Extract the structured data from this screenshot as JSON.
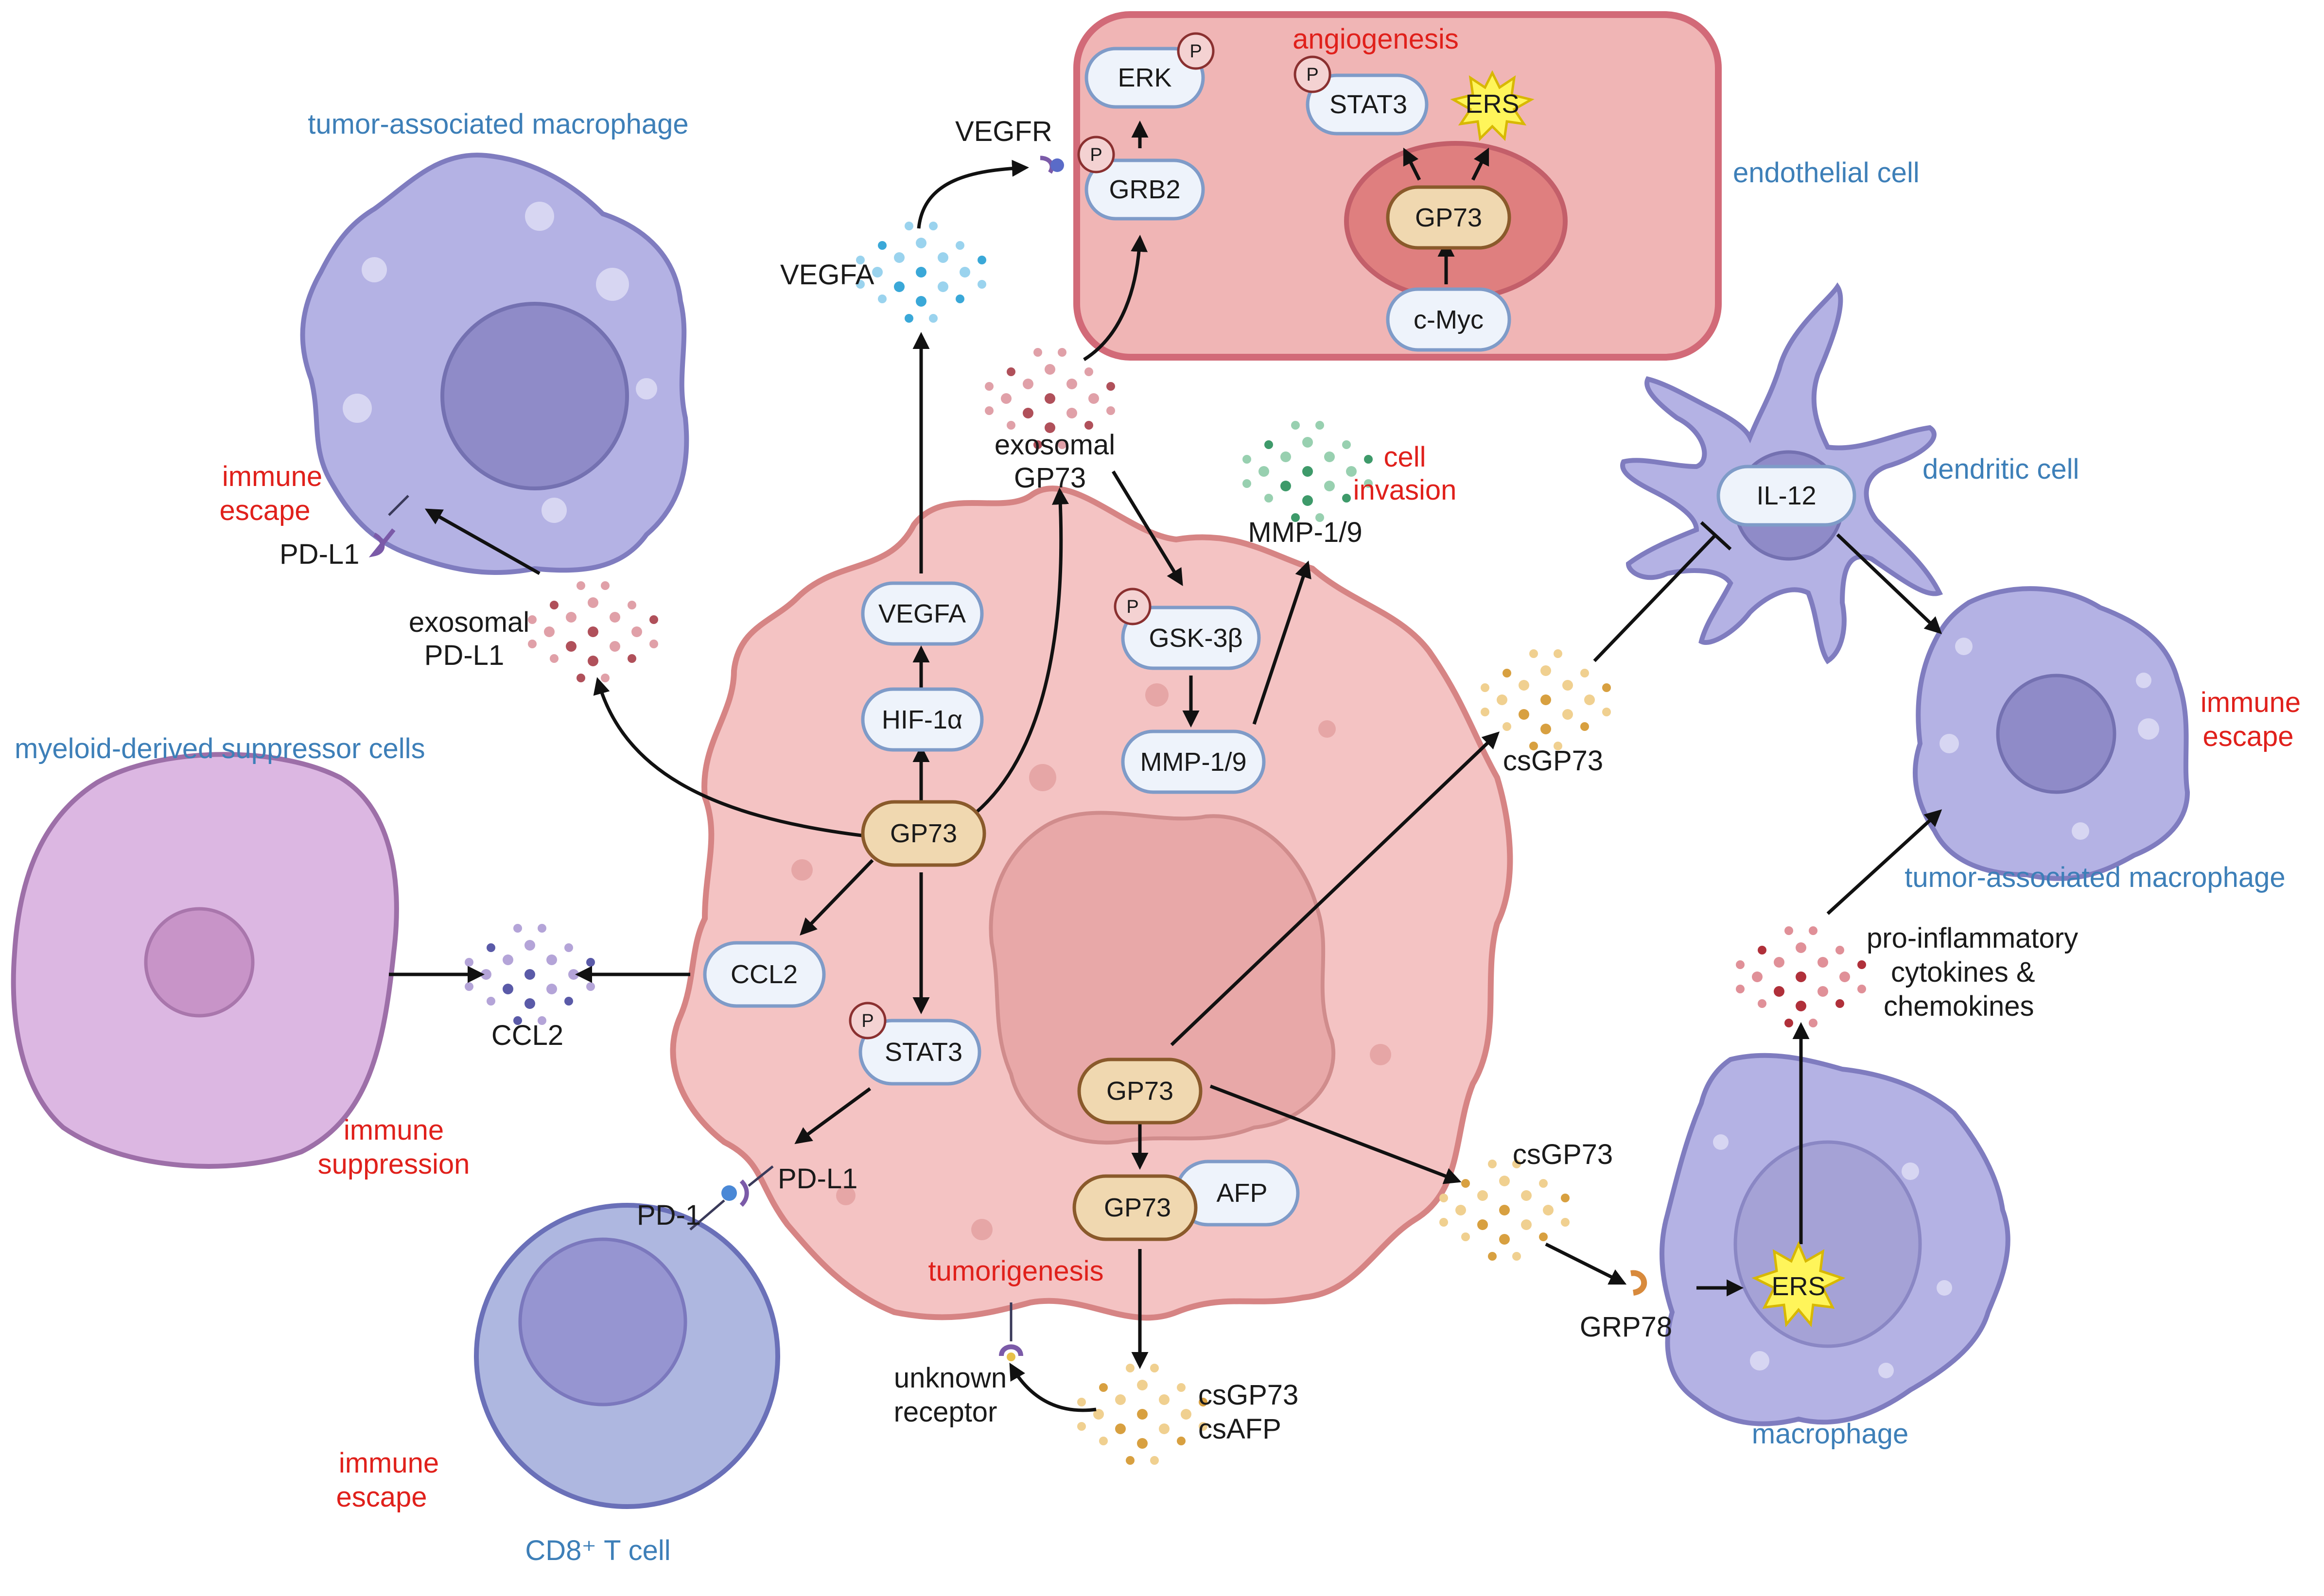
{
  "labels": {
    "tam_top": "tumor-associated macrophage",
    "endothelial": "endothelial cell",
    "angiogenesis": "angiogenesis",
    "vegfr": "VEGFR",
    "vegfa_out": "VEGFA",
    "exo_gp73_1": "exosomal",
    "exo_gp73_2": "GP73",
    "cell_invasion_1": "cell",
    "cell_invasion_2": "invasion",
    "mmp_out": "MMP-1/9",
    "dendritic": "dendritic cell",
    "immune_escape_1a": "immune",
    "immune_escape_1b": "escape",
    "pdl1_tam": "PD-L1",
    "exo_pdl1_1": "exosomal",
    "exo_pdl1_2": "PD-L1",
    "mdsc": "myeloid-derived suppressor cells",
    "ccl2_out": "CCL2",
    "immune_supp_1": "immune",
    "immune_supp_2": "suppression",
    "pd1": "PD-1",
    "pdl1_tumor": "PD-L1",
    "immune_escape_2a": "immune",
    "immune_escape_2b": "escape",
    "cd8": "CD8⁺ T cell",
    "tumorigenesis": "tumorigenesis",
    "unknown_1": "unknown",
    "unknown_2": "receptor",
    "csgp73_bottom": "csGP73",
    "csafp_bottom": "csAFP",
    "csgp73_mid": "csGP73",
    "csgp73_right": "csGP73",
    "grp78": "GRP78",
    "macrophage": "macrophage",
    "proinf_1": "pro-inflammatory",
    "proinf_2": "cytokines &",
    "proinf_3": "chemokines",
    "tam_right": "tumor-associated macrophage",
    "immune_escape_3a": "immune",
    "immune_escape_3b": "escape"
  },
  "boxes": {
    "erk": "ERK",
    "grb2": "GRB2",
    "stat3_endo": "STAT3",
    "ers_endo": "ERS",
    "gp73_endo": "GP73",
    "cmyc": "c-Myc",
    "vegfa": "VEGFA",
    "hif1a": "HIF-1α",
    "gp73_main": "GP73",
    "ccl2": "CCL2",
    "stat3": "STAT3",
    "gsk3b": "GSK-3β",
    "mmp": "MMP-1/9",
    "gp73_nuc": "GP73",
    "gp73_afp": "GP73",
    "afp": "AFP",
    "il12": "IL-12",
    "ers_mac": "ERS"
  },
  "phospho": "P",
  "colors": {
    "blue_label": "#3d7fb8",
    "red_label": "#e0201b",
    "tumor_cell": "#f4c3c3",
    "endothelial": "#f0b5b5",
    "macrophage": "#b4b2e4",
    "mdsc": "#dcb7e2",
    "tcell": "#aeb7e0"
  }
}
